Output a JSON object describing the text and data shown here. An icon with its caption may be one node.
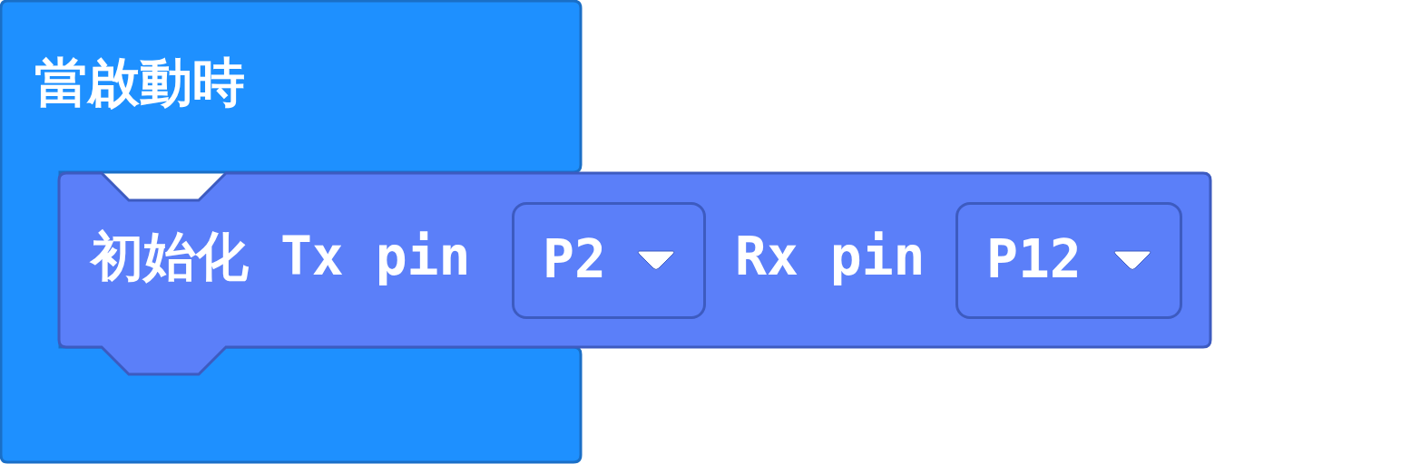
{
  "diagram": {
    "nodes": [
      {
        "text": [
          "當啟動時"
        ]
      },
      {
        "text": [
          "初始化 Tx pin",
          "Rx pin"
        ]
      },
      {
        "text": [
          "P2"
        ],
        "in": 1
      },
      {
        "text": [
          "P12"
        ],
        "in": 1
      }
    ]
  }
}
